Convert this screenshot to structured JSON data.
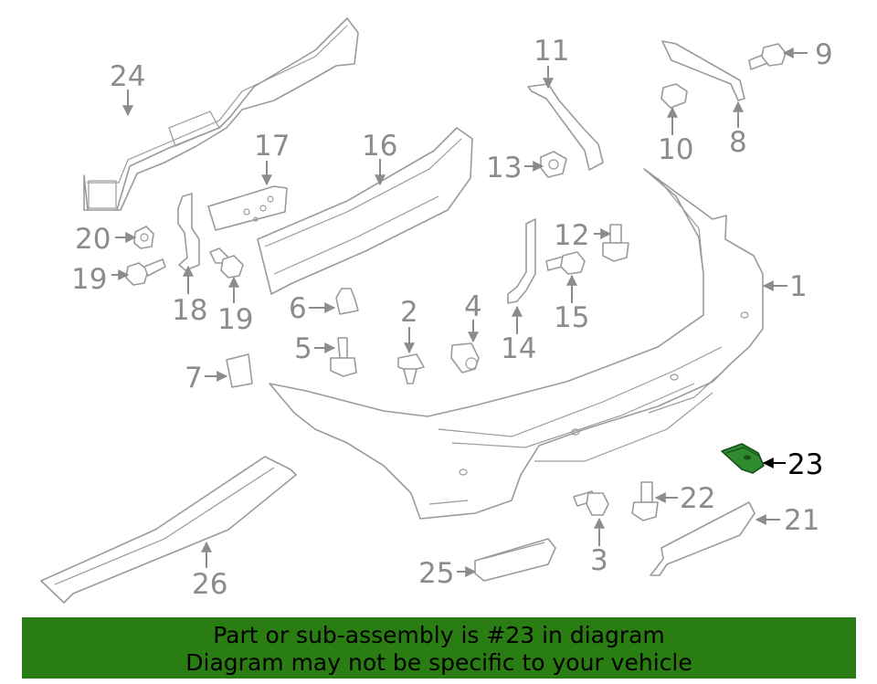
{
  "diagram": {
    "highlighted_part": "23",
    "highlight_color": "#2e8b2e",
    "callouts": {
      "c1": "1",
      "c2": "2",
      "c3": "3",
      "c4": "4",
      "c5": "5",
      "c6": "6",
      "c7": "7",
      "c8": "8",
      "c9": "9",
      "c10": "10",
      "c11": "11",
      "c12": "12",
      "c13": "13",
      "c14": "14",
      "c15": "15",
      "c16": "16",
      "c17": "17",
      "c18": "18",
      "c19a": "19",
      "c19b": "19",
      "c20": "20",
      "c21": "21",
      "c22": "22",
      "c23": "23",
      "c24": "24",
      "c25": "25",
      "c26": "26"
    }
  },
  "banner": {
    "line1": "Part or sub-assembly is #23 in diagram",
    "line2": "Diagram may not be specific to your vehicle",
    "background": "#2a7d12"
  }
}
